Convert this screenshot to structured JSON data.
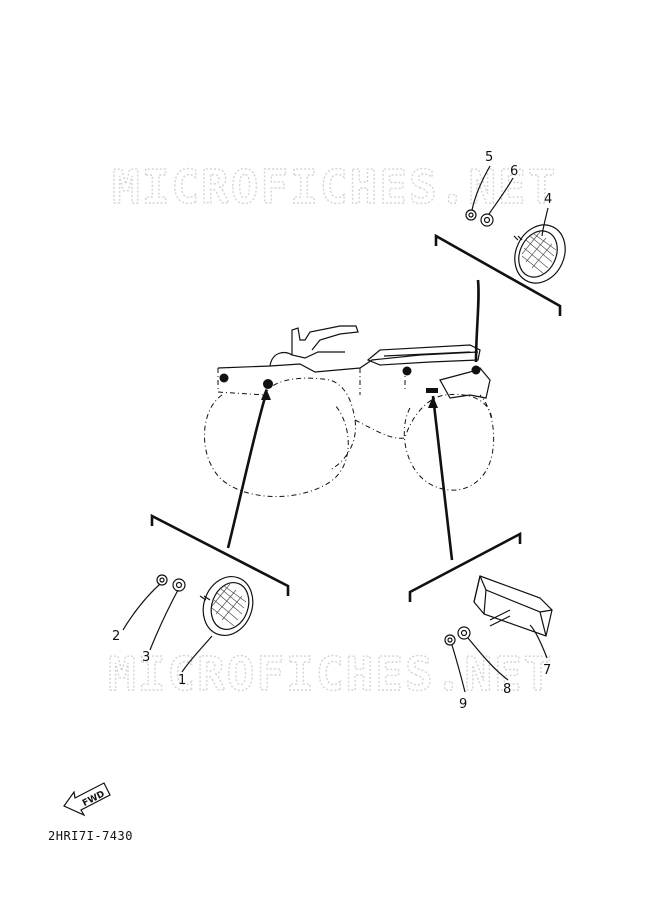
{
  "watermarks": [
    "MICROFICHES.NET",
    "MICROFICHES.NET"
  ],
  "callouts": [
    "1",
    "2",
    "3",
    "4",
    "5",
    "6",
    "7",
    "8",
    "9"
  ],
  "fwd_label": "FWD",
  "diagram_code": "2HRI7I-7430"
}
